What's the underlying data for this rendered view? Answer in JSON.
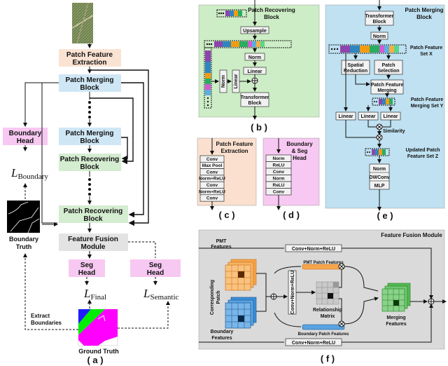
{
  "panel_a": {
    "caption": "( a )",
    "patch_feature_extraction": [
      "Patch Feature",
      "Extraction"
    ],
    "patch_merging_block_1": [
      "Patch Merging",
      "Block"
    ],
    "patch_merging_block_2": [
      "Patch Merging",
      "Block"
    ],
    "patch_recovering_block_1": [
      "Patch Recovering",
      "Block"
    ],
    "patch_recovering_block_2": [
      "Patch Recovering",
      "Block"
    ],
    "feature_fusion_module": [
      "Feature Fusion",
      "Module"
    ],
    "boundary_head": [
      "Boundary",
      "Head"
    ],
    "seg_head_final": [
      "Seg",
      "Head"
    ],
    "seg_head_semantic": [
      "Seg",
      "Head"
    ],
    "loss_boundary": "L",
    "loss_boundary_sub": "Boundary",
    "loss_final": "L",
    "loss_final_sub": "Final",
    "loss_semantic": "L",
    "loss_semantic_sub": "Semantic",
    "boundary_truth": [
      "Boundary",
      "Truth"
    ],
    "ground_truth": "Ground Truth",
    "extract_boundaries": [
      "Extract",
      "Boundaries"
    ]
  },
  "panel_b": {
    "caption": "( b )",
    "title": [
      "Patch Recovering",
      "Block"
    ],
    "upsample": "Upsample",
    "norm_top": "Norm",
    "linear_mid": "Linear",
    "norm_side": "Norm",
    "linear_side": "Linear",
    "transformer_block": [
      "Transformer",
      "Block"
    ]
  },
  "panel_c": {
    "caption": "( c )",
    "title": [
      "Patch Feature",
      "Extraction"
    ],
    "layers": [
      "Conv",
      "Max Pool",
      "Conv",
      "Norm+ReLU",
      "Conv",
      "Norm+ReLU",
      "Conv"
    ]
  },
  "panel_d": {
    "caption": "( d )",
    "title": [
      "Boundary",
      "& Seg",
      "Head"
    ],
    "layers": [
      "Norm",
      "ReLU",
      "Conv",
      "Norm",
      "ReLU",
      "Conv"
    ]
  },
  "panel_e": {
    "caption": "( e )",
    "title": [
      "Patch Merging",
      "Block"
    ],
    "transformer_block": [
      "Transformer",
      "Block"
    ],
    "norm": "Norm",
    "set_x": [
      "Patch Feature",
      "Set X"
    ],
    "spatial_reduction": [
      "Spatial",
      "Reduction"
    ],
    "patch_selection": [
      "Patch",
      "Selection"
    ],
    "patch_feature_merging": [
      "Patch Feature",
      "Merging"
    ],
    "set_y": [
      "Patch Feature",
      "Merging Set Y"
    ],
    "linear_1": "Linear",
    "linear_2": "Linear",
    "linear_3": "Linear",
    "similarity": "Similarity",
    "set_z": [
      "Updated Patch",
      "Feature Set Z"
    ],
    "norm_2": "Norm",
    "dwconv": "DWConv",
    "mlp": "MLP"
  },
  "panel_f": {
    "caption": "( f )",
    "title": "Feature Fusion Module",
    "pmt_features": [
      "PMT",
      "Features"
    ],
    "conv_top": "Conv+Norm+ReLU",
    "conv_bottom": "Conv+Norm+ReLU",
    "conv_vertical": "Conv+Norm+ReLU",
    "pmt_patch_features": "PMT Patch Features",
    "boundary_patch_features": "Boundary Patch Features",
    "corresponding_patch": [
      "Corresponding",
      "Patch"
    ],
    "relationship_matrix": [
      "Relationship",
      "Matrix"
    ],
    "merging_features": [
      "Merging",
      "Features"
    ],
    "boundary_features": [
      "Boundary",
      "Features"
    ]
  },
  "colors": {
    "orange_box": "#fbe3d3",
    "blue_box": "#cfe6f5",
    "green_box": "#d4ecd0",
    "pink_box": "#f7c8f1",
    "grey_box": "#e3e3e3",
    "panel_b_bg": "#cdedc6",
    "panel_c_bg": "#fbe0cf",
    "panel_d_bg": "#f7c8f1",
    "panel_e_bg": "#bfe1f1",
    "panel_f_bg": "#dadada"
  }
}
